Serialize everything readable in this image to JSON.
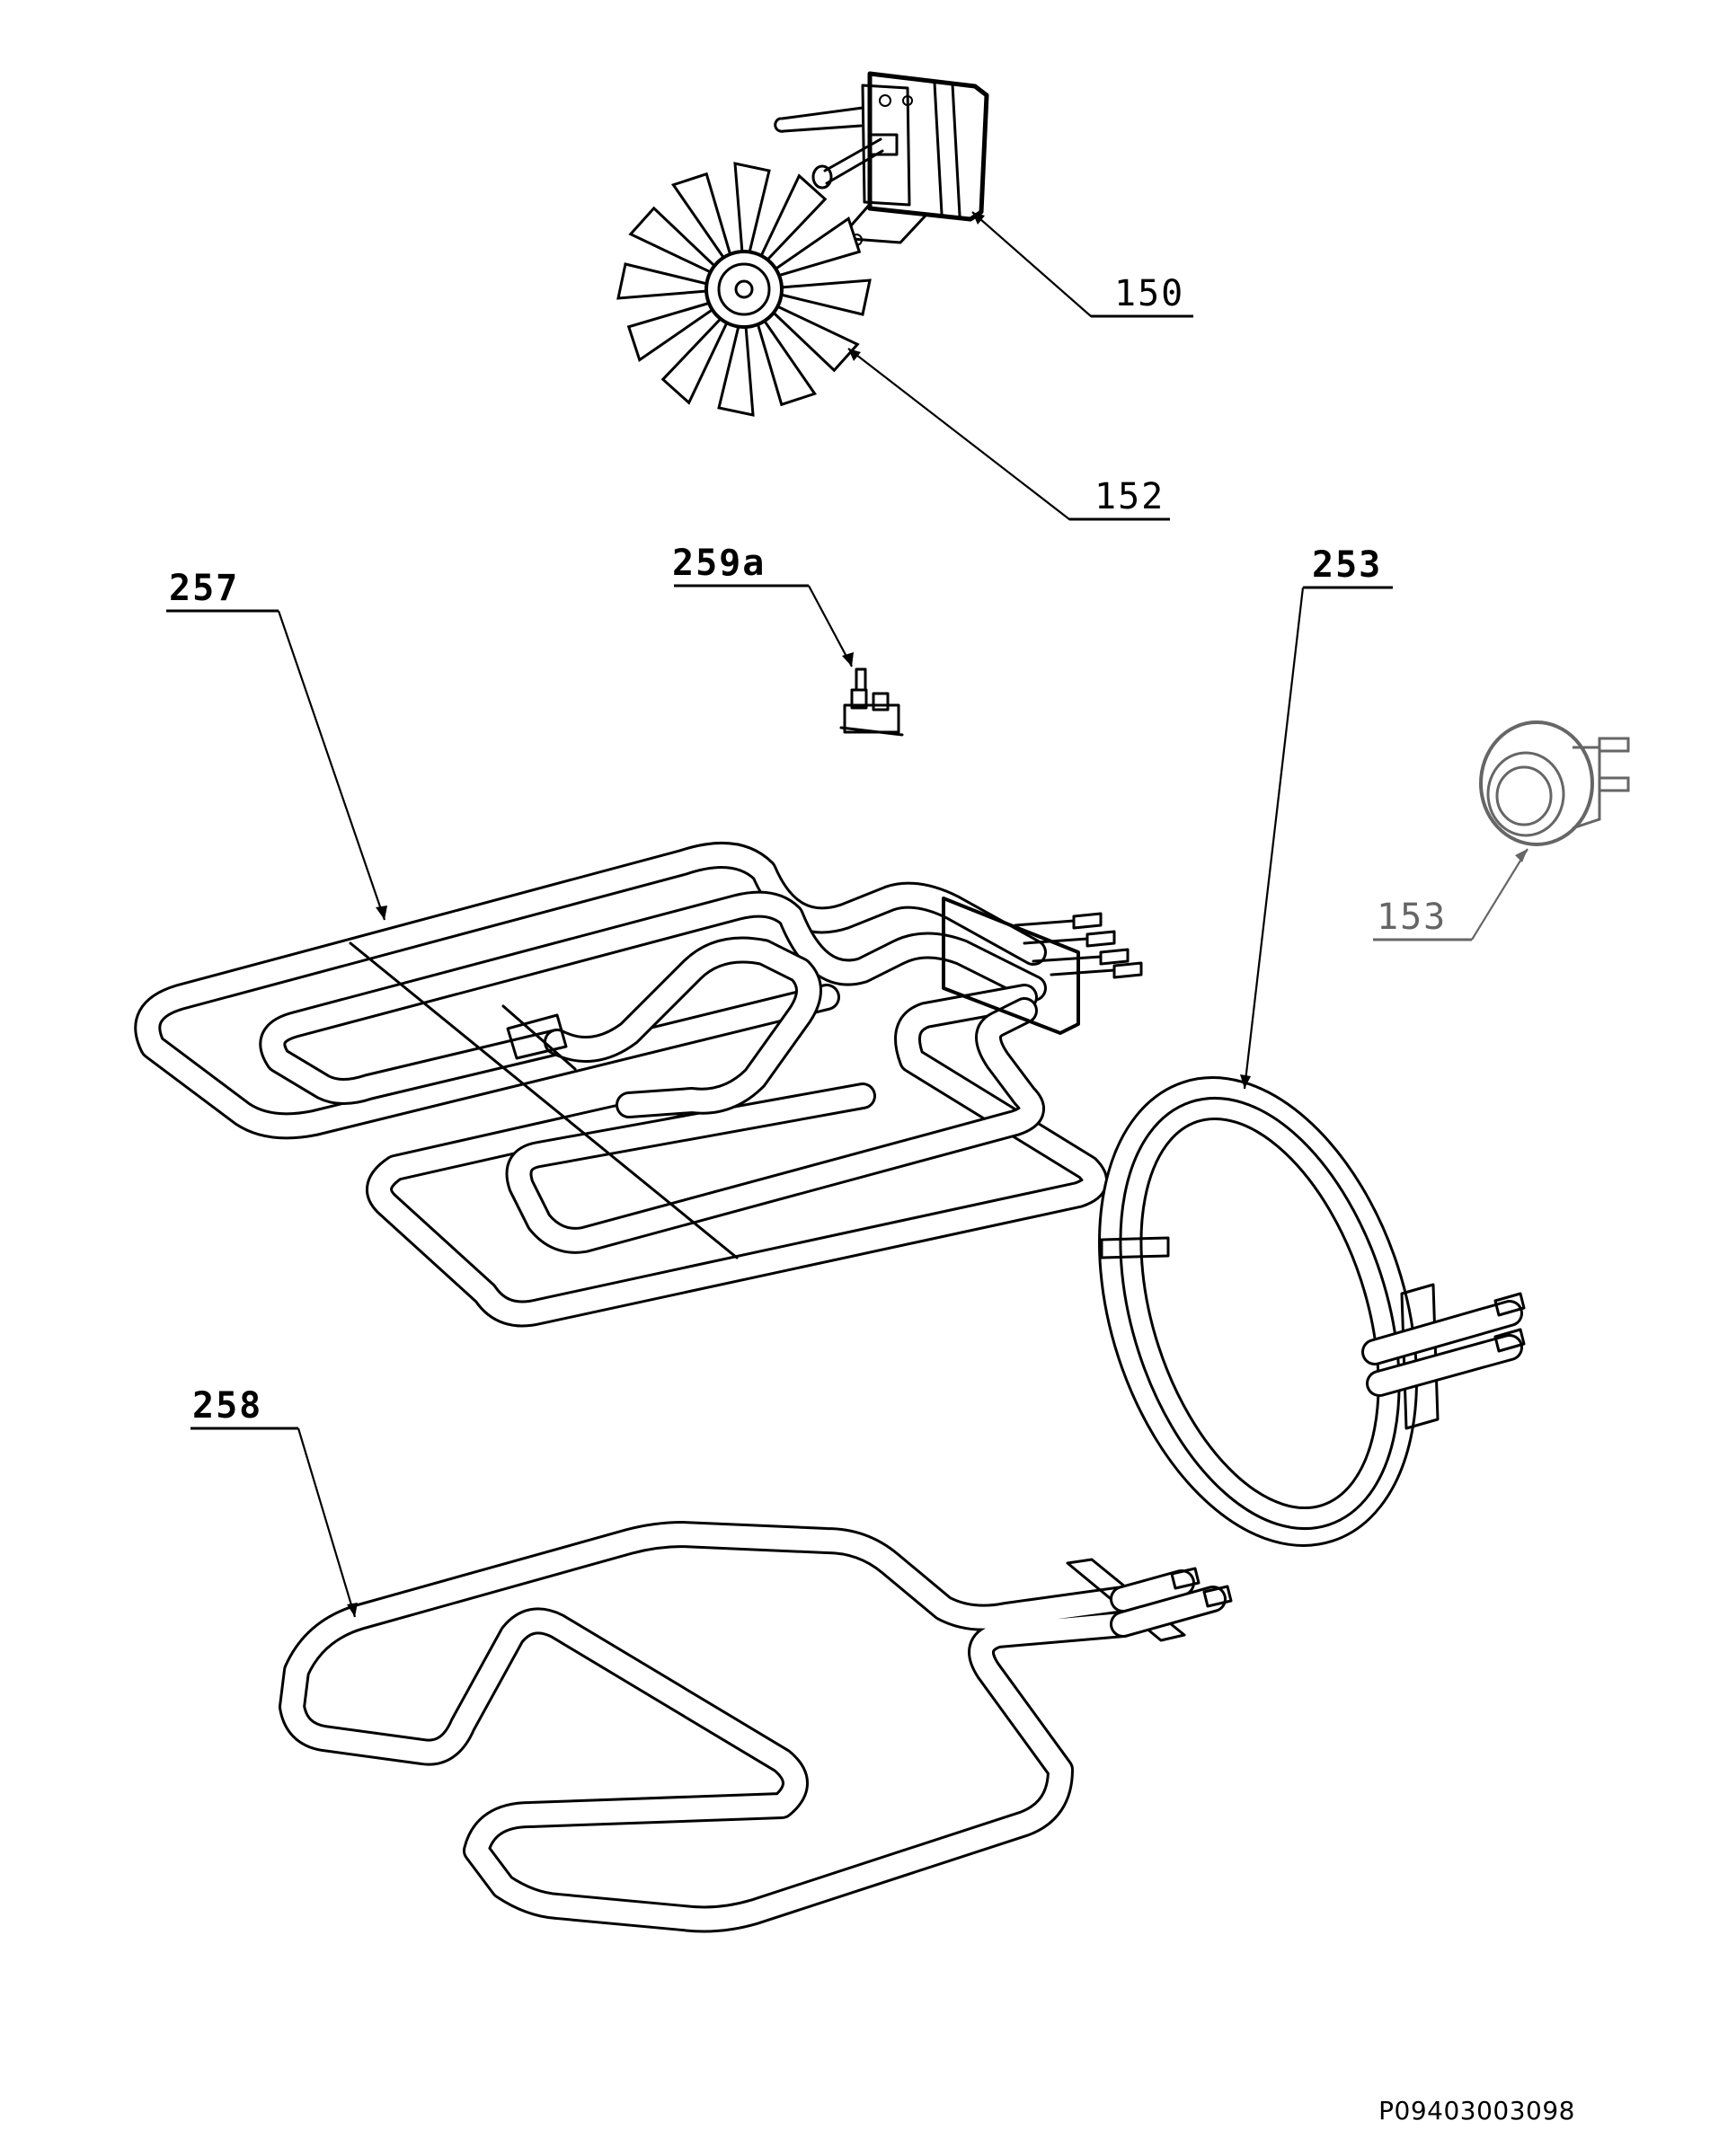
{
  "callouts": {
    "c150": "150",
    "c152": "152",
    "c257": "257",
    "c259a": "259a",
    "c253": "253",
    "c153": "153",
    "c258": "258"
  },
  "document_code": "P09403003098"
}
